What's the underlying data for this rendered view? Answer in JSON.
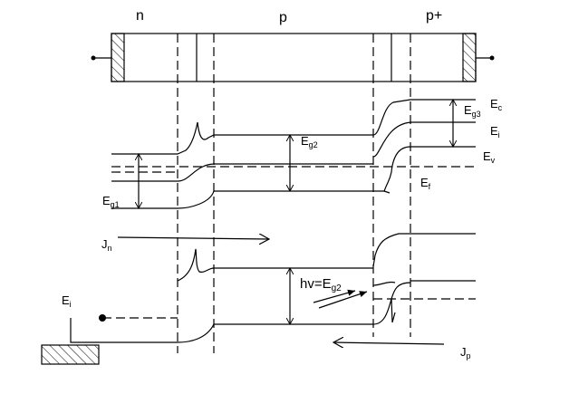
{
  "regions": {
    "n": "n",
    "p": "p",
    "p_plus": "p+"
  },
  "labels": {
    "Ec": "E",
    "Ec_sub": "c",
    "Ei": "E",
    "Ei_sub": "i",
    "Ev": "E",
    "Ev_sub": "v",
    "Ef": "E",
    "Ef_sub": "f",
    "Eg1": "E",
    "Eg1_sub": "g1",
    "Eg2": "E",
    "Eg2_sub": "g2",
    "Eg3": "E",
    "Eg3_sub": "g3",
    "hv_prefix": "hv=E",
    "hv_sub": "g2",
    "Jn": "J",
    "Jn_sub": "n",
    "Jp": "J",
    "Jp_sub": "p",
    "Ei_contact": "E",
    "Ei_contact_sub": "i"
  }
}
